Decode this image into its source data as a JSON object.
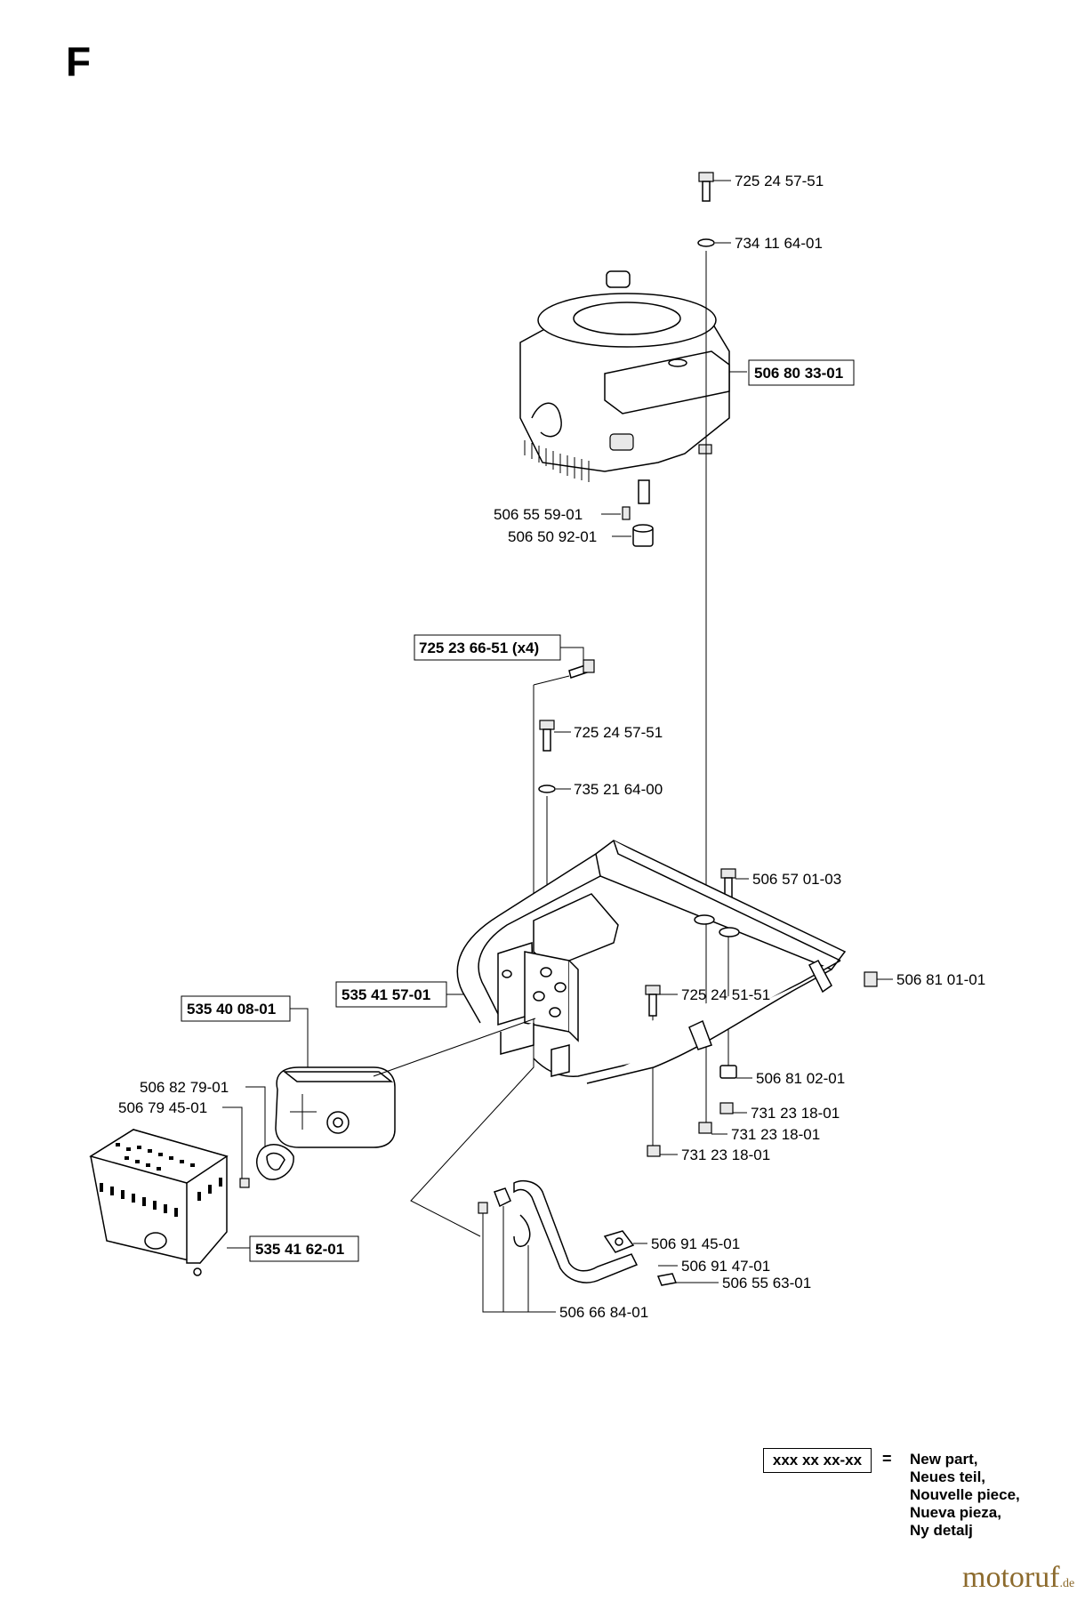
{
  "section": "F",
  "labels": {
    "bolt_top": "725 24 57-51",
    "washer_top": "734 11 64-01",
    "engine": "506 80 33-01",
    "key": "506 55 59-01",
    "spacer": "506 50 92-01",
    "bolt_x4": "725 23 66-51 (x4)",
    "bolt_mid": "725 24 57-51",
    "washer_mid": "735 21 64-00",
    "bolt_right": "506 57 01-03",
    "nut_right": "506 81 01-01",
    "bracket": "535 41 57-01",
    "bolt_lower": "725 24 51-51",
    "muffler": "535 40 08-01",
    "spacer_right": "506 81 02-01",
    "nut_a": "731 23 18-01",
    "nut_b": "731 23 18-01",
    "nut_c": "731 23 18-01",
    "deflector": "506 82 79-01",
    "screw": "506 79 45-01",
    "guard": "535 41 62-01",
    "gasket": "506 91 45-01",
    "pipe": "506 91 47-01",
    "pipe_screw": "506 55 63-01",
    "clamp_kit": "506 66 84-01"
  },
  "legend": {
    "code": "xxx xx xx-xx",
    "equals": "=",
    "lines": [
      "New part,",
      "Neues teil,",
      "Nouvelle piece,",
      "Nueva pieza,",
      "Ny detalj"
    ]
  },
  "watermark": {
    "brand": "motoruf",
    "suffix": ".de"
  }
}
